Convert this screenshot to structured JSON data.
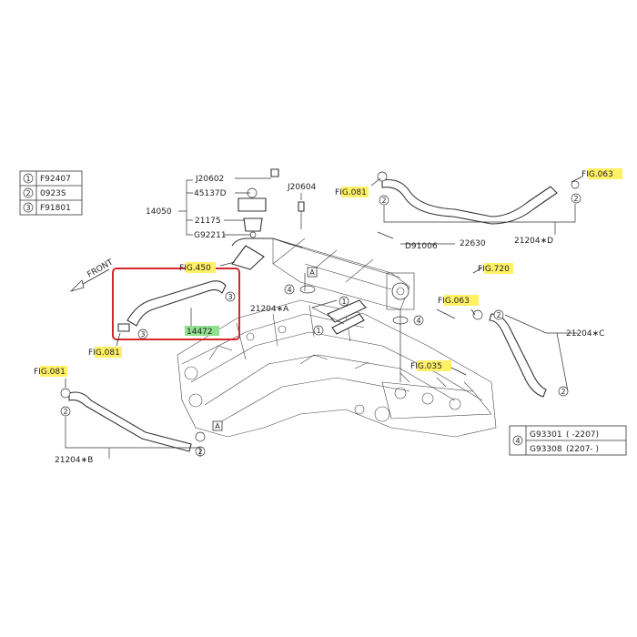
{
  "legend_top": {
    "rows": [
      {
        "num": "1",
        "code": "F92407"
      },
      {
        "num": "2",
        "code": "0923S"
      },
      {
        "num": "3",
        "code": "F91801"
      }
    ]
  },
  "legend_bottom": {
    "num": "4",
    "rows": [
      {
        "code": "G93301",
        "range": "( -2207)"
      },
      {
        "code": "G93308",
        "range": "(2207- )"
      }
    ]
  },
  "labels": {
    "j20602": "J20602",
    "p45137d": "45137D",
    "p14050": "14050",
    "p21175": "21175",
    "g92211": "G92211",
    "j20604": "J20604",
    "d91006": "D91006",
    "p22630": "22630",
    "p21204d": "21204∗D",
    "p21204a": "21204∗A",
    "p21204c": "21204∗C",
    "p21204b": "21204∗B",
    "p14472": "14472",
    "front": "FRONT",
    "marker_a": "A"
  },
  "fig_refs": {
    "fig081_top": {
      "prefix": "F",
      "hl": "IG.08",
      "suffix": "1"
    },
    "fig063_top": {
      "prefix": "F",
      "hl": "IG.063",
      "suffix": ""
    },
    "fig450": {
      "prefix": "F",
      "hl": "IG.45",
      "suffix": "0"
    },
    "fig720": {
      "prefix": "F",
      "hl": "IG.72",
      "suffix": "0"
    },
    "fig063_mid": {
      "prefix": "F",
      "hl": "IG.063",
      "suffix": ""
    },
    "fig081_mid": {
      "prefix": "F",
      "hl": "IG.08",
      "suffix": "1"
    },
    "fig081_left": {
      "prefix": "F",
      "hl": "IG.08",
      "suffix": "1"
    },
    "fig035": {
      "prefix": "F",
      "hl": "IG.035",
      "suffix": ""
    }
  },
  "colors": {
    "highlight_box": "#d9262a",
    "ref_highlight": "#fff066",
    "part_highlight": "#8fe08f"
  }
}
